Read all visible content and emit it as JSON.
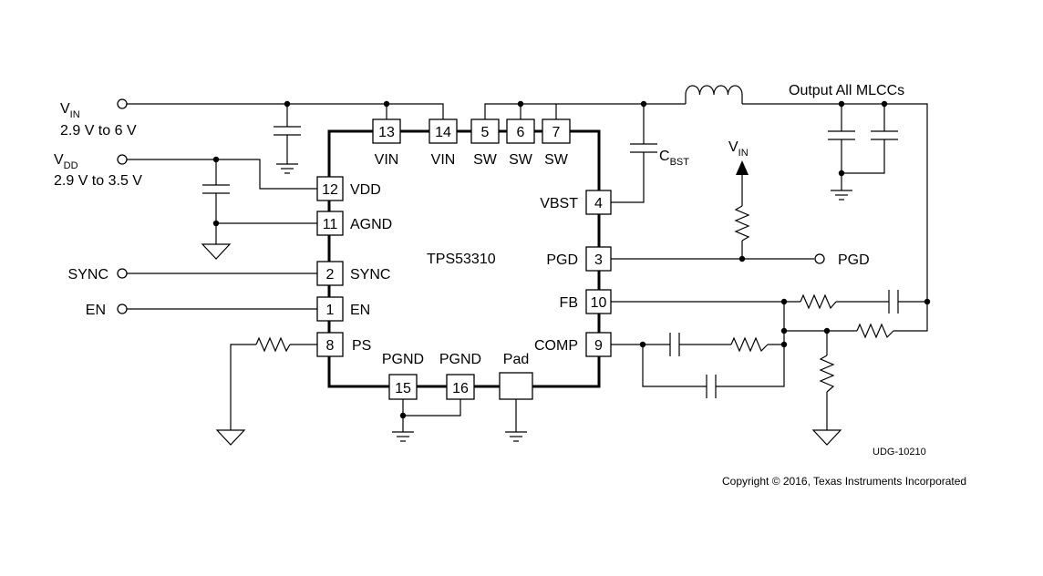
{
  "chip": {
    "name": "TPS53310"
  },
  "inputs": {
    "vin": {
      "name": "V",
      "sub": "IN",
      "range": "2.9 V to 6 V"
    },
    "vdd": {
      "name": "V",
      "sub": "DD",
      "range": "2.9 V to 3.5 V"
    },
    "sync": "SYNC",
    "en": "EN"
  },
  "pins": [
    {
      "num": "13",
      "label": "VIN"
    },
    {
      "num": "14",
      "label": "VIN"
    },
    {
      "num": "5",
      "label": "SW"
    },
    {
      "num": "6",
      "label": "SW"
    },
    {
      "num": "7",
      "label": "SW"
    },
    {
      "num": "12",
      "label": "VDD"
    },
    {
      "num": "11",
      "label": "AGND"
    },
    {
      "num": "2",
      "label": "SYNC"
    },
    {
      "num": "1",
      "label": "EN"
    },
    {
      "num": "8",
      "label": "PS"
    },
    {
      "num": "15",
      "label": "PGND"
    },
    {
      "num": "16",
      "label": "PGND"
    },
    {
      "num": "",
      "label": "Pad"
    },
    {
      "num": "4",
      "label": "VBST"
    },
    {
      "num": "3",
      "label": "PGD"
    },
    {
      "num": "10",
      "label": "FB"
    },
    {
      "num": "9",
      "label": "COMP"
    }
  ],
  "components": {
    "cbst": {
      "name": "C",
      "sub": "BST"
    },
    "vin_pullup": {
      "name": "V",
      "sub": "IN"
    },
    "output_caps": "Output All MLCCs",
    "pgd_out": "PGD"
  },
  "footer": {
    "drawing_id": "UDG-10210",
    "copyright": "Copyright © 2016, Texas Instruments Incorporated"
  }
}
